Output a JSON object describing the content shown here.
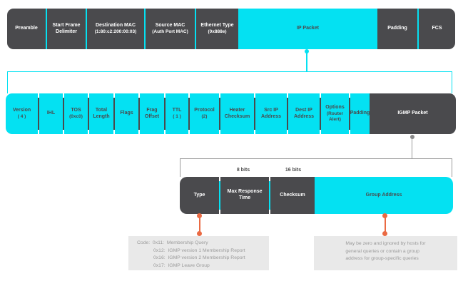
{
  "colors": {
    "block_dark": "#4a4a4d",
    "accent_cyan": "#04e1f2",
    "connector_orange": "#ea6a43",
    "connector_gray": "#9a9a9a",
    "note_background": "#e9e9e9",
    "note_text": "#9a9a9a"
  },
  "ethernet_frame": {
    "fields": [
      {
        "label": "Preamble"
      },
      {
        "label": "Start Frame Delimiter"
      },
      {
        "label": "Destination MAC",
        "sublabel": "(1:80:c2:200:00:03)"
      },
      {
        "label": "Source MAC",
        "sublabel": "(Auth Port MAC)"
      },
      {
        "label": "Ethernet Type",
        "sublabel": "(0x888e)"
      },
      {
        "label": "IP Packet"
      },
      {
        "label": "Padding"
      },
      {
        "label": "FCS"
      }
    ]
  },
  "ip_header": {
    "fields": [
      {
        "label": "Version",
        "sublabel": "( 4 )"
      },
      {
        "label": "IHL"
      },
      {
        "label": "TOS",
        "sublabel": "(0xc0)"
      },
      {
        "label": "Total Length"
      },
      {
        "label": "Flags"
      },
      {
        "label": "Frag Offset"
      },
      {
        "label": "TTL",
        "sublabel": "( 1 )"
      },
      {
        "label": "Protocol",
        "sublabel": "(2)"
      },
      {
        "label": "Heater Checksum"
      },
      {
        "label": "Src IP Address"
      },
      {
        "label": "Dest IP Address"
      },
      {
        "label": "Options",
        "sublabel": "(Router Alert)"
      },
      {
        "label": "Padding"
      },
      {
        "label": "IGMP Packet"
      }
    ]
  },
  "igmp_header": {
    "bit_labels": [
      "8 bits",
      "16 bits"
    ],
    "fields": [
      {
        "label": "Type"
      },
      {
        "label": "Max Response Time"
      },
      {
        "label": "Checksum"
      },
      {
        "label": "Group Address"
      }
    ]
  },
  "notes": {
    "type_codes": [
      "Code:  0x11:  Membership Query",
      "0x12:  IGMP version 1 Membership Report",
      "0x16:  IGMP version 2 Membership Report",
      "0x17:  IGMP Leave Group"
    ],
    "group_address": [
      "May be zero and ignored by hosts for",
      "general queries or contain a group",
      "address for group-specific queries"
    ]
  }
}
